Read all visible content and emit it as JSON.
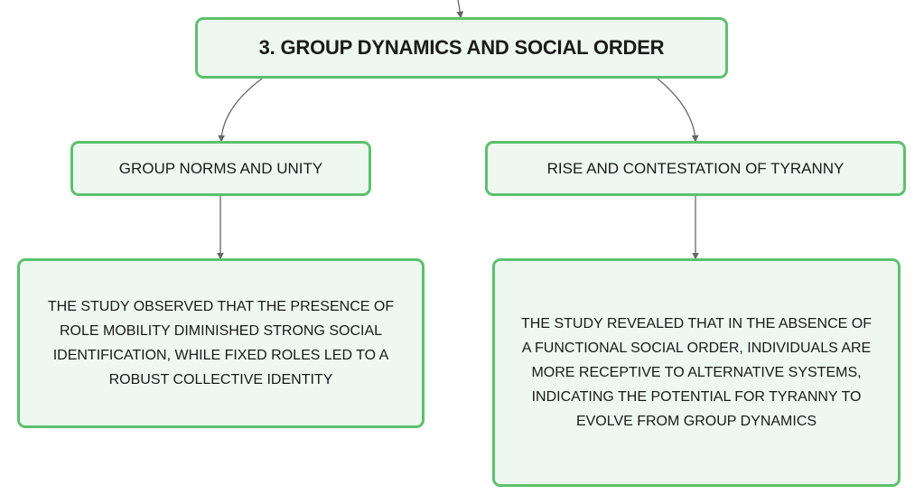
{
  "root": {
    "title": "3. GROUP DYNAMICS AND SOCIAL ORDER"
  },
  "branches": [
    {
      "label": "GROUP NORMS AND UNITY",
      "detail": "THE STUDY OBSERVED THAT THE PRESENCE OF ROLE MOBILITY DIMINISHED STRONG SOCIAL IDENTIFICATION, WHILE FIXED ROLES LED TO A ROBUST COLLECTIVE IDENTITY"
    },
    {
      "label": "RISE AND CONTESTATION OF TYRANNY",
      "detail": "THE STUDY REVEALED THAT IN THE ABSENCE OF A FUNCTIONAL SOCIAL ORDER, INDIVIDUALS ARE MORE RECEPTIVE TO ALTERNATIVE SYSTEMS, INDICATING THE POTENTIAL FOR TYRANNY TO EVOLVE FROM GROUP DYNAMICS"
    }
  ],
  "colors": {
    "node_fill": "#eef8f0",
    "node_border": "#5cc16e",
    "connector": "#666666"
  }
}
